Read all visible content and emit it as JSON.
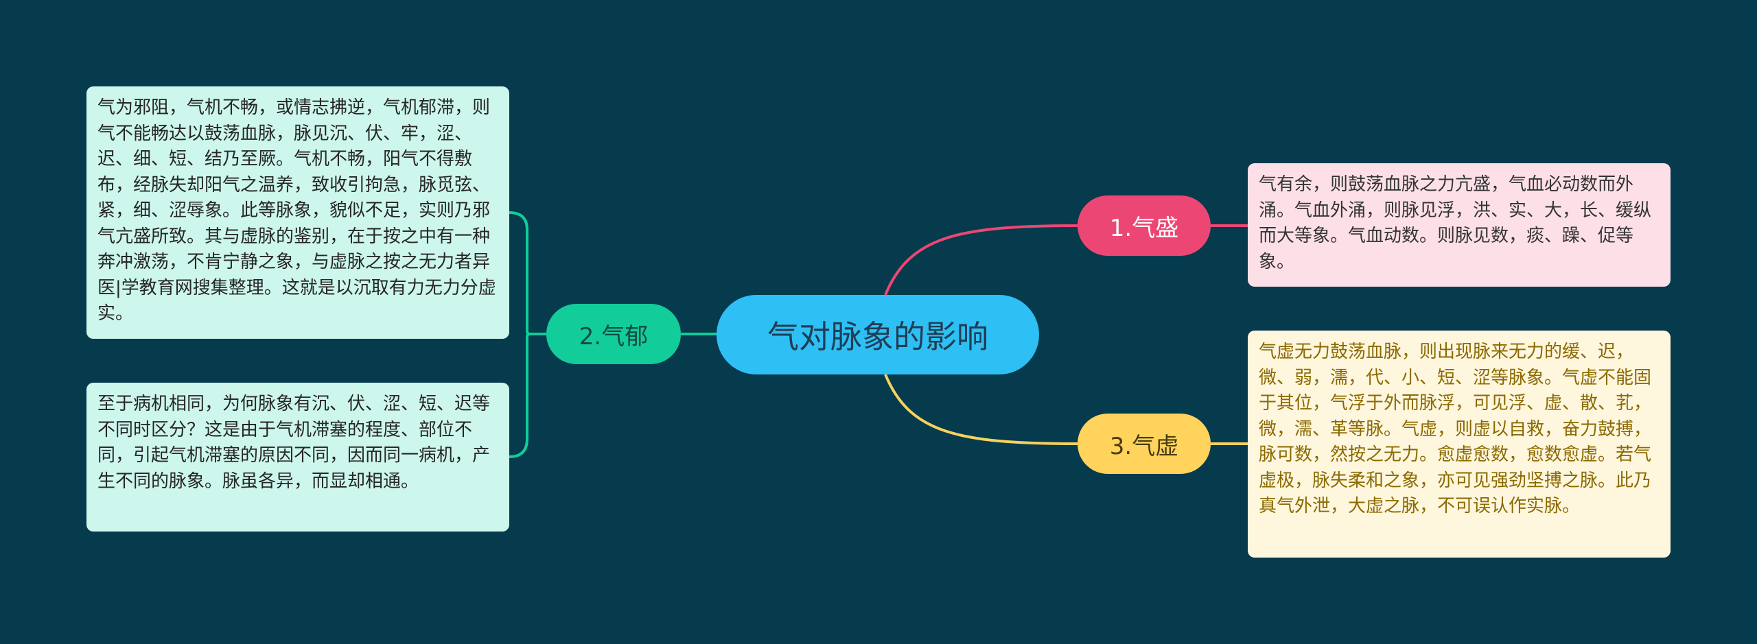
{
  "mindmap": {
    "root": {
      "label": "气对脉象的影响"
    },
    "branches": [
      {
        "id": "qi-sheng",
        "label": "1.气盛",
        "color": "#ec4774",
        "notes": [
          "气有余，则鼓荡血脉之力亢盛，气血必动数而外涌。气血外涌，则脉见浮，洪、实、大，长、缓纵而大等象。气血动数。则脉见数，痰、躁、促等象。"
        ]
      },
      {
        "id": "qi-yu",
        "label": "2.气郁",
        "color": "#12cd9a",
        "notes": [
          "气为邪阻，气机不畅，或情志拂逆，气机郁滞，则气不能畅达以鼓荡血脉，脉见沉、伏、牢，涩、迟、细、短、结乃至厥。气机不畅，阳气不得敷布，经脉失却阳气之温养，致收引拘急，脉觅弦、紧，细、涩辱象。此等脉象，貌似不足，实则乃邪气亢盛所致。其与虚脉的鉴别，在于按之中有一种奔冲激荡，不肯宁静之象，与虚脉之按之无力者异医|学教育网搜集整理。这就是以沉取有力无力分虚实。",
          "至于病机相同，为何脉象有沉、伏、涩、短、迟等不同时区分？这是由于气机滞塞的程度、部位不同，引起气机滞塞的原因不同，因而同一病机，产生不同的脉象。脉虽各异，而显却相通。"
        ]
      },
      {
        "id": "qi-xu",
        "label": "3.气虚",
        "color": "#f7d15d",
        "notes": [
          "气虚无力鼓荡血脉，则出现脉来无力的缓、迟，微、弱，濡，代、小、短、涩等脉象。气虚不能固于其位，气浮于外而脉浮，可见浮、虚、散、芤，微，濡、革等脉。气虚，则虚以自救，奋力鼓搏，脉可数，然按之无力。愈虚愈数，愈数愈虚。若气虚极，脉失柔和之象，亦可见强劲坚搏之脉。此乃真气外泄，大虚之脉，不可误认作实脉。"
        ]
      }
    ]
  }
}
